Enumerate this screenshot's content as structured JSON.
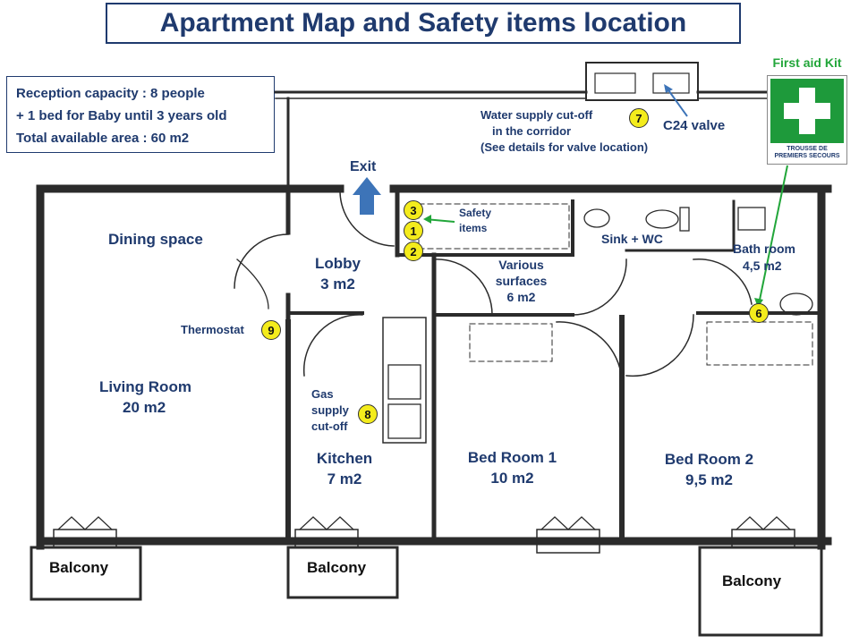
{
  "title": "Apartment Map and Safety items location",
  "info": {
    "line1": "Reception capacity : 8 people",
    "line2": "+ 1 bed for Baby until 3 years old",
    "line3": "Total available area :  60 m2"
  },
  "labels": {
    "exit": "Exit",
    "dining": "Dining space",
    "lobby_name": "Lobby",
    "lobby_area": "3 m2",
    "safety": "Safety\nitems",
    "various_name": "Various",
    "various_name2": "surfaces",
    "various_area": "6 m2",
    "sink_wc": "Sink + WC",
    "bath_name": "Bath  room",
    "bath_area": "4,5 m2",
    "thermostat": "Thermostat",
    "living_name": "Living Room",
    "living_area": "20 m2",
    "gas1": "Gas",
    "gas2": "supply",
    "gas3": "cut-off",
    "kitchen_name": "Kitchen",
    "kitchen_area": "7 m2",
    "bed1_name": "Bed Room 1",
    "bed1_area": "10 m2",
    "bed2_name": "Bed Room 2",
    "bed2_area": "9,5 m2",
    "balcony1": "Balcony",
    "balcony2": "Balcony",
    "balcony3": "Balcony",
    "water1": "Water supply cut-off",
    "water2": "in the corridor",
    "water3": "(See details for valve location)",
    "valve": "C24 valve",
    "safety_line1": "Safety",
    "safety_line2": "items"
  },
  "badges": {
    "b1": "1",
    "b2": "2",
    "b3": "3",
    "b6": "6",
    "b7": "7",
    "b8": "8",
    "b9": "9"
  },
  "first_aid": {
    "title": "First aid Kit",
    "sign_line1": "TROUSSE DE",
    "sign_line2": "PREMIERS SECOURS"
  },
  "colors": {
    "text": "#1f3a6e",
    "badge": "#f4ec1c",
    "first_aid_green": "#1e9a3b",
    "exit_arrow": "#3d74b8",
    "wall": "#2b2b2b"
  }
}
